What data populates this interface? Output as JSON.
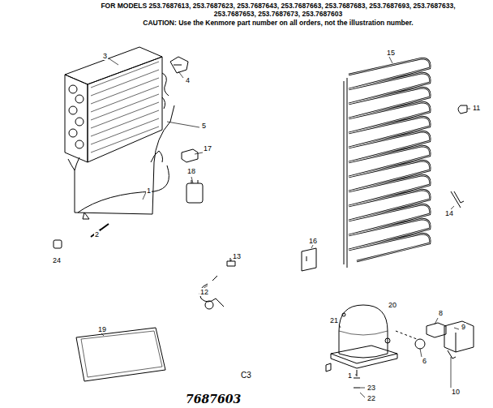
{
  "diagram": {
    "title": "FOR MODELS 253.7687613, 253.7687623, 253.7687643, 253.7687663, 253.7687683, 253.7687693, 253.7687633, 253.7687653, 253.7687673, 253.7687603",
    "labels": [
      "CAUTION: Use the Kenmore part number on all orders, not the illustration number.",
      "3",
      "4",
      "5",
      "1",
      "2",
      "24",
      "17",
      "18",
      "13",
      "12",
      "19",
      "15",
      "11",
      "14",
      "16",
      "20",
      "21",
      "8",
      "9",
      "6",
      "10",
      "1",
      "23",
      "22",
      "C3",
      "7687603"
    ]
  }
}
